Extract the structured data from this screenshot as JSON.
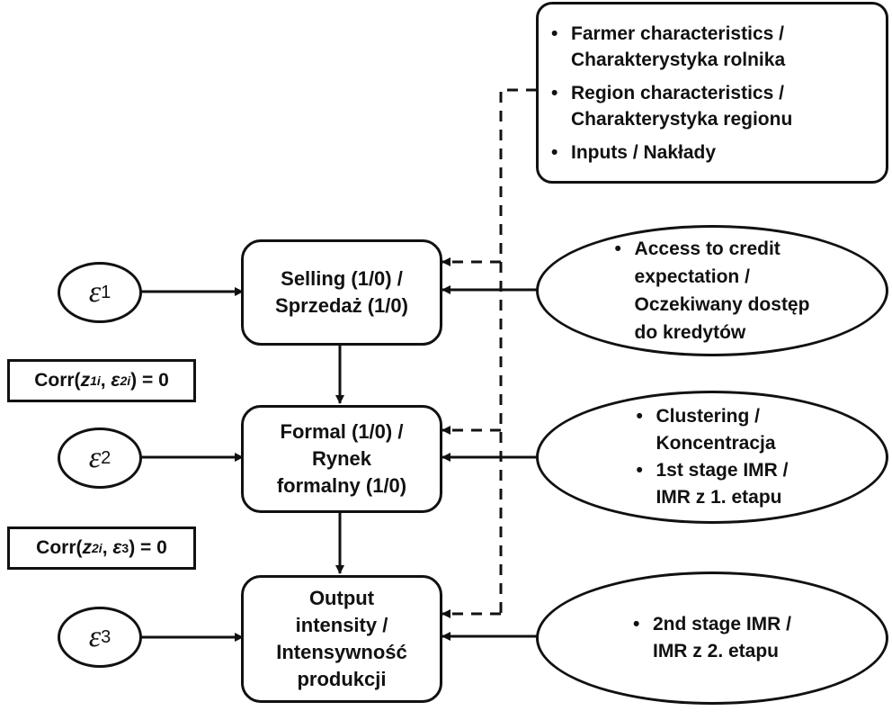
{
  "decisions": [
    {
      "id": "selling",
      "lines": [
        "Selling (1/0) /",
        "Sprzedaż (1/0)"
      ]
    },
    {
      "id": "formal",
      "lines": [
        "Formal (1/0) /",
        "Rynek",
        "formalny (1/0)"
      ]
    },
    {
      "id": "output",
      "lines": [
        "Output",
        "intensity /",
        "Intensywność",
        "produkcji"
      ]
    }
  ],
  "errors": [
    {
      "symbol": "ε",
      "index": "1"
    },
    {
      "symbol": "ε",
      "index": "2"
    },
    {
      "symbol": "ε",
      "index": "3"
    }
  ],
  "common_covariates": [
    {
      "lines": [
        "Farmer characteristics /",
        "Charakterystyka rolnika"
      ]
    },
    {
      "lines": [
        "Region characteristics /",
        "Charakterystyka regionu"
      ]
    },
    {
      "lines": [
        "Inputs / Nakłady"
      ]
    }
  ],
  "stage_instruments": [
    {
      "items": [
        {
          "lines": [
            "Access to credit",
            "expectation /",
            "Oczekiwany dostęp",
            "do kredytów"
          ]
        }
      ]
    },
    {
      "items": [
        {
          "lines": [
            "Clustering /",
            "Koncentracja"
          ]
        },
        {
          "lines": [
            "1st stage IMR /",
            "IMR z 1. etapu"
          ]
        }
      ]
    },
    {
      "items": [
        {
          "lines": [
            "2nd stage IMR /",
            "IMR z 2. etapu"
          ]
        }
      ]
    }
  ],
  "correlations": [
    {
      "prefix": "Corr(",
      "z": "z",
      "z_sub": "1i",
      "sep": ", ",
      "eps": "ε",
      "eps_sub": "2i",
      "suffix": ") = 0"
    },
    {
      "prefix": "Corr(",
      "z": "z",
      "z_sub": "2i",
      "sep": ", ",
      "eps": "ε",
      "eps_sub": "3",
      "suffix": ") = 0"
    }
  ]
}
